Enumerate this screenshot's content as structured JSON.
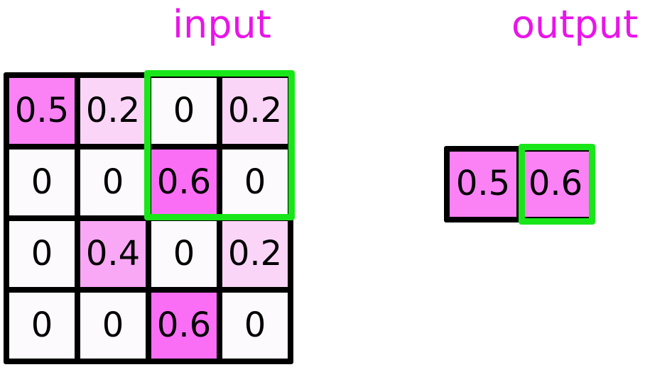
{
  "titles": {
    "input": "input",
    "output": "output"
  },
  "colors": {
    "title": "#ea14ea",
    "highlight": "#19e619",
    "grid_line": "#000000",
    "zero": "#fcfafc",
    "v02": "#fad5f7",
    "v04": "#f9a8f5",
    "v05": "#fa82f5",
    "v06": "#fa6ef5"
  },
  "chart_data": {
    "type": "heatmap",
    "title": "input",
    "grids": [
      {
        "name": "input",
        "rows": 4,
        "cols": 4,
        "values": [
          [
            0.5,
            0.2,
            0,
            0.2
          ],
          [
            0,
            0,
            0.6,
            0
          ],
          [
            0,
            0.4,
            0,
            0.2
          ],
          [
            0,
            0,
            0.6,
            0
          ]
        ],
        "labels": [
          [
            "0.5",
            "0.2",
            "0",
            "0.2"
          ],
          [
            "0",
            "0",
            "0.6",
            "0"
          ],
          [
            "0",
            "0.4",
            "0",
            "0.2"
          ],
          [
            "0",
            "0",
            "0.6",
            "0"
          ]
        ],
        "highlight_region": {
          "row_start": 0,
          "row_end": 1,
          "col_start": 2,
          "col_end": 3
        }
      },
      {
        "name": "output",
        "rows": 1,
        "cols": 2,
        "values": [
          [
            0.5,
            0.6
          ]
        ],
        "labels": [
          [
            "0.5",
            "0.6"
          ]
        ],
        "highlight_region": {
          "row_start": 0,
          "row_end": 0,
          "col_start": 1,
          "col_end": 1
        }
      }
    ],
    "colormap": {
      "0": "#fcfafc",
      "0.2": "#fad5f7",
      "0.4": "#f9a8f5",
      "0.5": "#fa82f5",
      "0.6": "#fa6ef5"
    },
    "output_colormap": {
      "0.5": "#fa82f5",
      "0.6": "#fa82f5"
    }
  },
  "input_cells": [
    {
      "label": "0.5",
      "color": "#fa82f5"
    },
    {
      "label": "0.2",
      "color": "#fad5f7"
    },
    {
      "label": "0",
      "color": "#fcfafc"
    },
    {
      "label": "0.2",
      "color": "#fad5f7"
    },
    {
      "label": "0",
      "color": "#fcfafc"
    },
    {
      "label": "0",
      "color": "#fcfafc"
    },
    {
      "label": "0.6",
      "color": "#fa6ef5"
    },
    {
      "label": "0",
      "color": "#fcfafc"
    },
    {
      "label": "0",
      "color": "#fcfafc"
    },
    {
      "label": "0.4",
      "color": "#f9a8f5"
    },
    {
      "label": "0",
      "color": "#fcfafc"
    },
    {
      "label": "0.2",
      "color": "#fad5f7"
    },
    {
      "label": "0",
      "color": "#fcfafc"
    },
    {
      "label": "0",
      "color": "#fcfafc"
    },
    {
      "label": "0.6",
      "color": "#fa6ef5"
    },
    {
      "label": "0",
      "color": "#fcfafc"
    }
  ],
  "output_cells": [
    {
      "label": "0.5",
      "color": "#fa82f5"
    },
    {
      "label": "0.6",
      "color": "#fa82f5"
    }
  ]
}
